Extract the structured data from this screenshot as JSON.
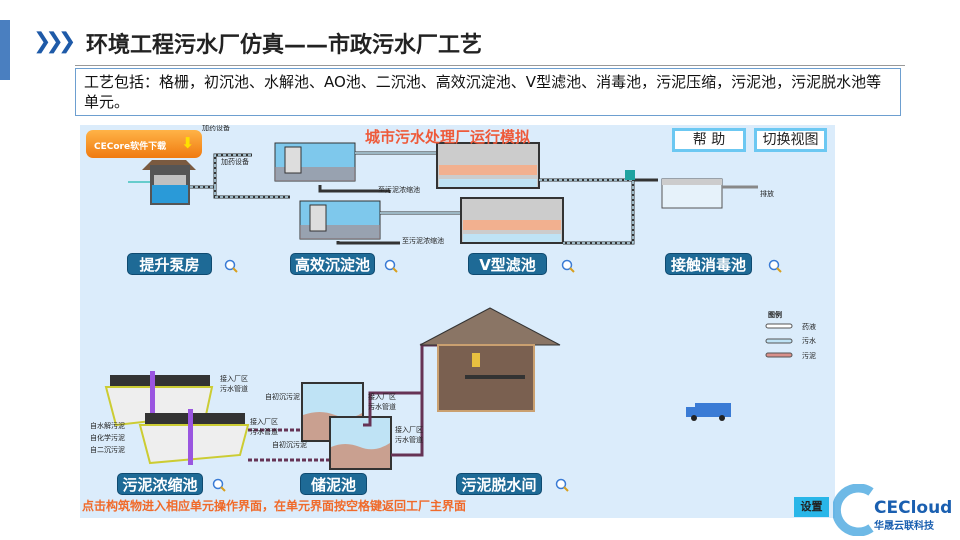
{
  "header": {
    "title": "环境工程污水厂仿真——市政污水厂工艺",
    "description": "工艺包括：格栅，初沉池、水解池、AO池、二沉池、高效沉淀池、V型滤池、消毒池，污泥压缩，污泥池，污泥脱水池等单元。"
  },
  "sim": {
    "title": "城市污水处理厂运行模拟",
    "download_label": "CECore软件下载",
    "help_label": "帮 助",
    "switch_view_label": "切换视图",
    "units_top": [
      "提升泵房",
      "高效沉淀池",
      "V型滤池",
      "接触消毒池"
    ],
    "units_bottom": [
      "污泥浓缩池",
      "储泥池",
      "污泥脱水间"
    ],
    "annotations": {
      "dosing1": "加药设备",
      "dosing2": "加药设备",
      "to_thickener1": "至污泥浓缩池",
      "to_thickener2": "至污泥浓缩池",
      "discharge": "排放",
      "sewer1": "接入厂区污水管道",
      "sewer2": "接入厂区污水管道",
      "sewer3": "接入厂区污水管道",
      "sewer4": "接入厂区污水管道",
      "from_primary1": "自初沉污泥",
      "from_primary2": "自初沉污泥",
      "from_hydrolysis": "自水解污泥",
      "from_chemical": "自化学污泥",
      "from_secondary": "自二沉污泥"
    },
    "legend": {
      "title": "图例",
      "items": [
        {
          "label": "药液",
          "color": "#ffffff"
        },
        {
          "label": "污水",
          "color": "#bfe3f5"
        },
        {
          "label": "污泥",
          "color": "#d9908a"
        }
      ]
    },
    "hint": "点击构筑物进入相应单元操作界面，在单元界面按空格键返回工厂主界面",
    "settings_label": "设置"
  },
  "brand": {
    "name": "CECloud",
    "subtitle": "华晟云联科技"
  },
  "colors": {
    "accent": "#1e6a96",
    "panel_bg": "#dbecfb",
    "hint": "#f06a2a",
    "title_red": "#ee5a3a"
  }
}
